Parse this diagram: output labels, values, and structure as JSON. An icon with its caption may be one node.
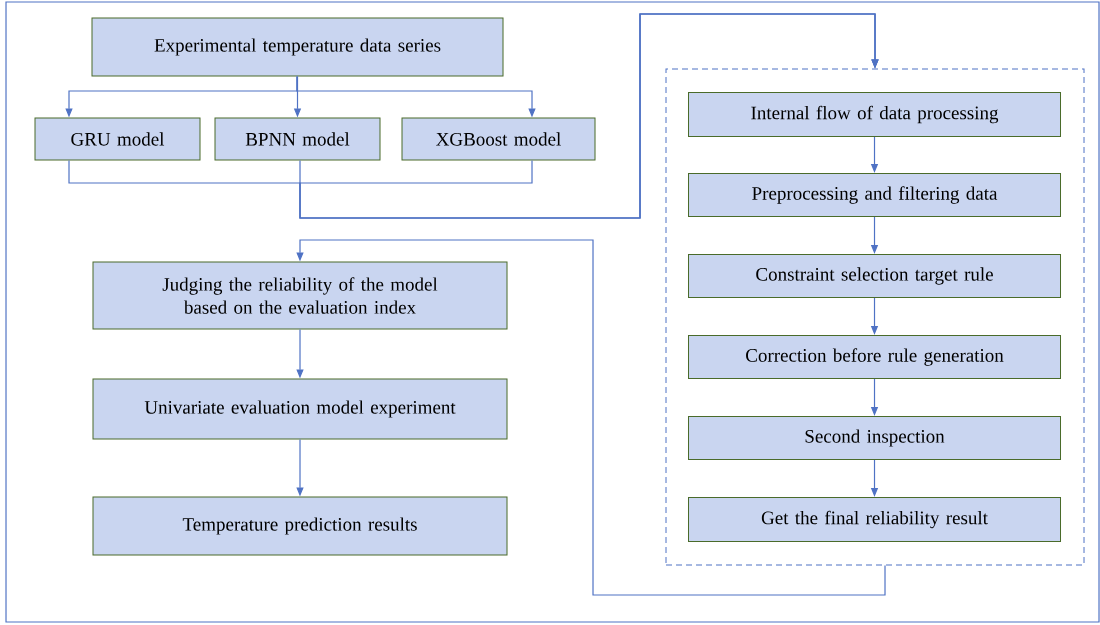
{
  "diagram": {
    "nodes": [
      {
        "text": [
          "Experimental temperature data series"
        ]
      },
      {
        "text": [
          "GRU model"
        ]
      },
      {
        "text": [
          "BPNN model"
        ]
      },
      {
        "text": [
          "XGBoost model"
        ]
      },
      {
        "text": [],
        "shape": "box"
      },
      {
        "text": [
          "Internal flow of data processing"
        ],
        "in": 4
      },
      {
        "text": [
          "Preprocessing and filtering data"
        ],
        "in": 4
      },
      {
        "text": [
          "Constraint selection target rule"
        ],
        "in": 4
      },
      {
        "text": [
          "Correction before rule generation"
        ],
        "in": 4
      },
      {
        "text": [
          "Second inspection"
        ],
        "in": 4
      },
      {
        "text": [
          "Get the final reliability result"
        ],
        "in": 4
      },
      {
        "text": [
          "Judging the reliability of the model based on the evaluation index"
        ]
      },
      {
        "text": [
          "Univariate evaluation model experiment"
        ]
      },
      {
        "text": [
          "Temperature prediction results"
        ]
      }
    ],
    "edges": [
      {
        "from": 0,
        "to": 1,
        "arrow": "to"
      },
      {
        "from": 0,
        "to": 2,
        "arrow": "to"
      },
      {
        "from": 0,
        "to": 3,
        "arrow": "to"
      },
      {
        "from": 1,
        "to": 4,
        "arrow": "to"
      },
      {
        "from": 2,
        "to": 4,
        "arrow": "to"
      },
      {
        "from": 3,
        "to": 4,
        "arrow": "to"
      },
      {
        "from": 5,
        "to": 6,
        "arrow": "to"
      },
      {
        "from": 6,
        "to": 7,
        "arrow": "to"
      },
      {
        "from": 7,
        "to": 8,
        "arrow": "to"
      },
      {
        "from": 8,
        "to": 9,
        "arrow": "to"
      },
      {
        "from": 9,
        "to": 10,
        "arrow": "to"
      },
      {
        "from": 4,
        "to": 11,
        "arrow": "to"
      },
      {
        "from": 11,
        "to": 12,
        "arrow": "to"
      },
      {
        "from": 12,
        "to": 13,
        "arrow": "to"
      }
    ]
  }
}
